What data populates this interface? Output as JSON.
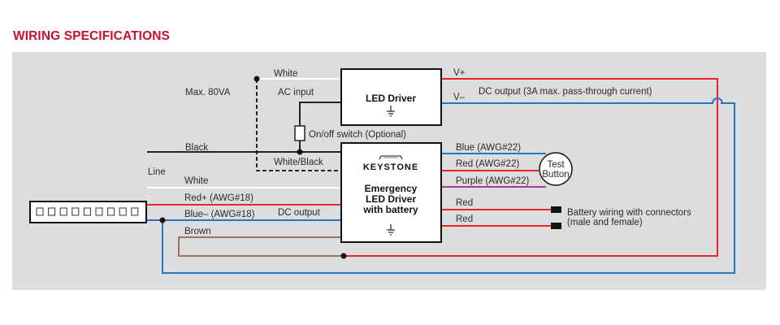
{
  "header": {
    "title": "WIRING SPECIFICATIONS",
    "title_color": "#c8102e"
  },
  "colors": {
    "panel_bg": "#dcdddf",
    "wire_red": "#e8242f",
    "wire_blue": "#2a74c2",
    "wire_purple": "#a23c9c",
    "wire_brown": "#9a7260",
    "wire_white": "#ffffff",
    "wire_black": "#222222"
  },
  "labels": {
    "max_va": "Max. 80VA",
    "white_top": "White",
    "ac_input": "AC input",
    "on_off_switch": "On/off switch (Optional)",
    "black": "Black",
    "white_black": "White/Black",
    "line": "Line",
    "white_line": "White",
    "red_plus": "Red+ (AWG#18)",
    "blue_minus": "Blue– (AWG#18)",
    "dc_output_left": "DC output",
    "brown": "Brown",
    "v_plus": "V+",
    "v_minus": "V–",
    "dc_output_right": "DC output (3A max. pass-through current)",
    "blue_awg22": "Blue (AWG#22)",
    "red_awg22": "Red (AWG#22)",
    "purple_awg22": "Purple (AWG#22)",
    "red_batt_1": "Red",
    "red_batt_2": "Red",
    "battery_wiring_1": "Battery wiring with connectors",
    "battery_wiring_2": "(male and female)"
  },
  "led_driver": {
    "title": "LED Driver",
    "ground_symbol": "⏚"
  },
  "emergency_driver": {
    "brand": "KEYSTONE",
    "title_lines": [
      "Emergency",
      "LED Driver",
      "with battery"
    ],
    "ground_symbol": "⏚"
  },
  "test_button": {
    "lines": [
      "Test",
      "Button"
    ]
  },
  "terminal_block": {
    "slot_count": 9
  }
}
